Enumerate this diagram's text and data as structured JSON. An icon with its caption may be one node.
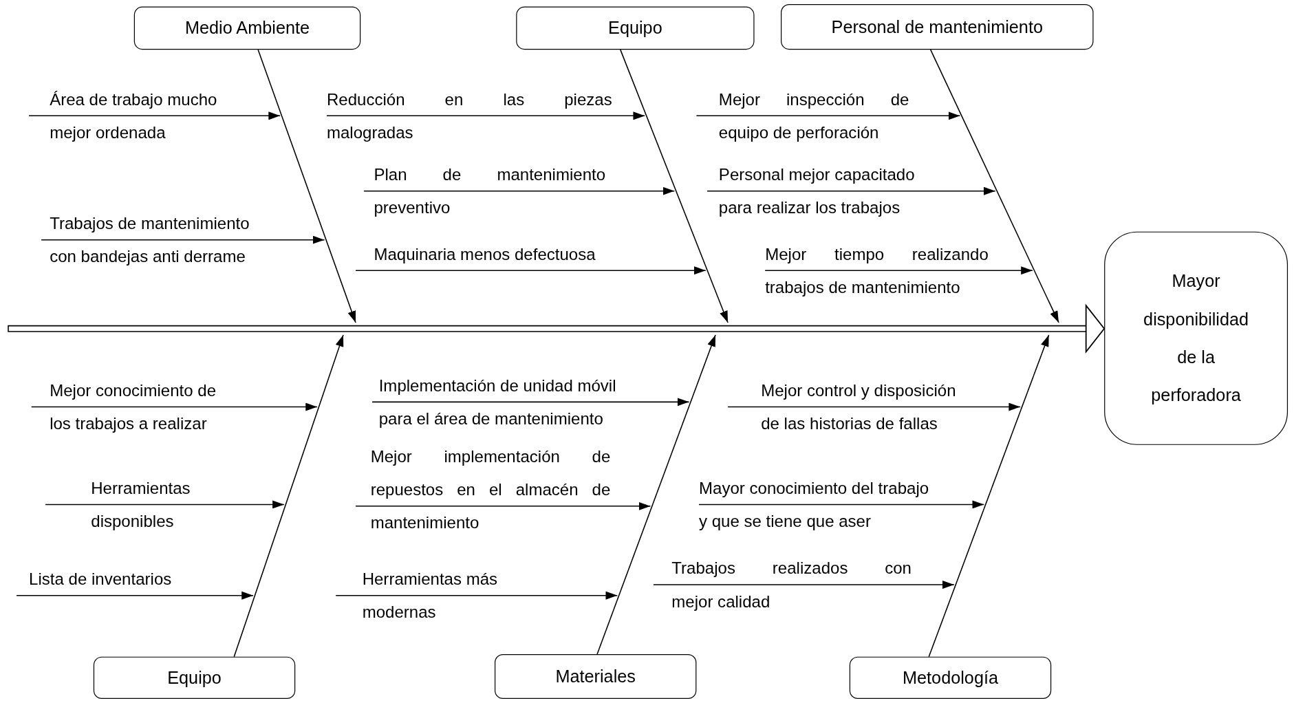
{
  "diagram": {
    "nodes": [
      {
        "text": [
          "Mayor disponibilidad de la perforadora"
        ]
      },
      {
        "text": [
          "Medio Ambiente"
        ]
      },
      {
        "text": [
          "Equipo"
        ]
      },
      {
        "text": [
          "Personal de mantenimiento"
        ]
      },
      {
        "text": [
          "Equipo"
        ]
      },
      {
        "text": [
          "Materiales"
        ]
      },
      {
        "text": [
          "Metodología"
        ]
      },
      {
        "text": [
          "Área de trabajo mucho mejor ordenada"
        ]
      },
      {
        "text": [
          "Trabajos de mantenimiento con bandejas anti derrame"
        ]
      },
      {
        "text": [
          "Reducción en las piezas malogradas"
        ]
      },
      {
        "text": [
          "Plan de mantenimiento preventivo"
        ]
      },
      {
        "text": [
          "Maquinaria menos defectuosa"
        ]
      },
      {
        "text": [
          "Mejor inspección de equipo de perforación"
        ]
      },
      {
        "text": [
          "Personal mejor capacitado para realizar los trabajos"
        ]
      },
      {
        "text": [
          "Mejor tiempo realizando trabajos de mantenimiento"
        ]
      },
      {
        "text": [
          "Mejor conocimiento de los trabajos a realizar"
        ]
      },
      {
        "text": [
          "Herramientas disponibles"
        ]
      },
      {
        "text": [
          "Lista de inventarios"
        ]
      },
      {
        "text": [
          "Implementación de unidad móvil para el área de mantenimiento"
        ]
      },
      {
        "text": [
          "Mejor implementación de repuestos en el almacén de mantenimiento"
        ]
      },
      {
        "text": [
          "Herramientas más modernas"
        ]
      },
      {
        "text": [
          "Mejor control y disposición de las historias de fallas"
        ]
      },
      {
        "text": [
          "Mayor conocimiento del trabajo y que se tiene que aser"
        ]
      },
      {
        "text": [
          "Trabajos realizados con mejor calidad"
        ]
      }
    ],
    "edges": [
      {
        "from": null,
        "to": 0,
        "arrow": "to"
      },
      {
        "from": 1,
        "to": null,
        "arrow": "to"
      },
      {
        "from": 2,
        "to": null,
        "arrow": "to"
      },
      {
        "from": 3,
        "to": null,
        "arrow": "to"
      },
      {
        "from": 4,
        "to": null,
        "arrow": "to"
      },
      {
        "from": 5,
        "to": null,
        "arrow": "to"
      },
      {
        "from": 6,
        "to": null,
        "arrow": "to"
      },
      {
        "from": 7,
        "to": null,
        "arrow": "to"
      },
      {
        "from": 8,
        "to": null,
        "arrow": "to"
      },
      {
        "from": 9,
        "to": null,
        "arrow": "to"
      },
      {
        "from": 10,
        "to": null,
        "arrow": "to"
      },
      {
        "from": 11,
        "to": null,
        "arrow": "to"
      },
      {
        "from": 12,
        "to": null,
        "arrow": "to"
      },
      {
        "from": 13,
        "to": null,
        "arrow": "to"
      },
      {
        "from": 14,
        "to": null,
        "arrow": "to"
      },
      {
        "from": 15,
        "to": null,
        "arrow": "to"
      },
      {
        "from": 16,
        "to": null,
        "arrow": "to"
      },
      {
        "from": 17,
        "to": null,
        "arrow": "to"
      },
      {
        "from": 18,
        "to": null,
        "arrow": "to"
      },
      {
        "from": 19,
        "to": null,
        "arrow": "to"
      },
      {
        "from": 20,
        "to": null,
        "arrow": "to"
      },
      {
        "from": 21,
        "to": null,
        "arrow": "to"
      },
      {
        "from": 22,
        "to": null,
        "arrow": "to"
      },
      {
        "from": 23,
        "to": null,
        "arrow": "to"
      }
    ]
  }
}
